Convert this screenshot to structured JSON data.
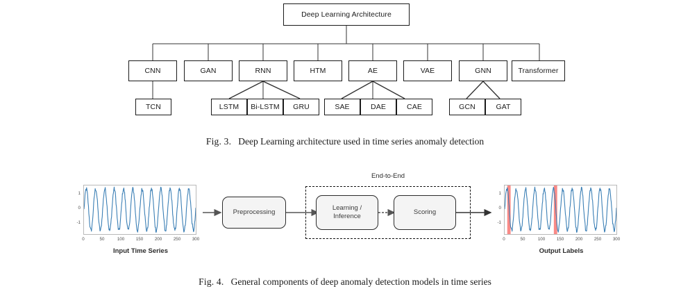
{
  "figure3": {
    "caption_label": "Fig. 3.",
    "caption_text": "Deep Learning architecture used in time series anomaly detection",
    "root": {
      "label": "Deep Learning Architecture"
    },
    "level2": [
      {
        "label": "CNN"
      },
      {
        "label": "GAN"
      },
      {
        "label": "RNN"
      },
      {
        "label": "HTM"
      },
      {
        "label": "AE"
      },
      {
        "label": "VAE"
      },
      {
        "label": "GNN"
      },
      {
        "label": "Transformer"
      }
    ],
    "level3": [
      {
        "label": "TCN",
        "parent": "CNN"
      },
      {
        "label": "LSTM",
        "parent": "RNN"
      },
      {
        "label": "Bi-LSTM",
        "parent": "RNN"
      },
      {
        "label": "GRU",
        "parent": "RNN"
      },
      {
        "label": "SAE",
        "parent": "AE"
      },
      {
        "label": "DAE",
        "parent": "AE"
      },
      {
        "label": "CAE",
        "parent": "AE"
      },
      {
        "label": "GCN",
        "parent": "GNN"
      },
      {
        "label": "GAT",
        "parent": "GNN"
      }
    ]
  },
  "figure4": {
    "caption_label": "Fig. 4.",
    "caption_text": "General components of deep anomaly detection models in time series",
    "group_label": "End-to-End",
    "stages": [
      {
        "label": "Preprocessing"
      },
      {
        "label": "Learning /\nInference"
      },
      {
        "label": "Scoring"
      }
    ],
    "input_plot_caption": "Input Time Series",
    "output_plot_caption": "Output Labels",
    "colors": {
      "series_line": "#3b7fb5",
      "anomaly_band": "#f98a87",
      "box_fill": "#f4f4f4",
      "box_border": "#2b2b2b",
      "arrow": "#555555"
    }
  },
  "chart_data": [
    {
      "type": "line",
      "title": "Input Time Series",
      "xlabel": "",
      "ylabel": "",
      "xticks": [
        0,
        50,
        100,
        150,
        200,
        250,
        300
      ],
      "yticks": [
        1,
        0,
        -1
      ],
      "xlim": [
        0,
        300
      ],
      "ylim": [
        -1.75,
        1.75
      ],
      "grid": false,
      "legend": "none",
      "series": [
        {
          "name": "signal",
          "color": "#3b7fb5",
          "description": "noisy sinusoid, period 25, amplitude ~1.5, 300 samples",
          "period": 25,
          "amplitude": 1.5,
          "n_points": 300
        }
      ]
    },
    {
      "type": "line",
      "title": "Output Labels",
      "xlabel": "",
      "ylabel": "",
      "xticks": [
        0,
        50,
        100,
        150,
        200,
        250,
        300
      ],
      "yticks": [
        1,
        0,
        -1
      ],
      "xlim": [
        0,
        300
      ],
      "ylim": [
        -1.75,
        1.75
      ],
      "grid": false,
      "legend": "none",
      "series": [
        {
          "name": "signal",
          "color": "#3b7fb5",
          "description": "same noisy sinusoid as input",
          "period": 25,
          "amplitude": 1.5,
          "n_points": 300
        }
      ],
      "annotations": [
        {
          "type": "vspan",
          "label": "anomaly",
          "xmin": 7,
          "xmax": 16,
          "color": "#f98a87"
        },
        {
          "type": "vspan",
          "label": "anomaly",
          "xmin": 132,
          "xmax": 141,
          "color": "#f98a87"
        }
      ]
    }
  ]
}
